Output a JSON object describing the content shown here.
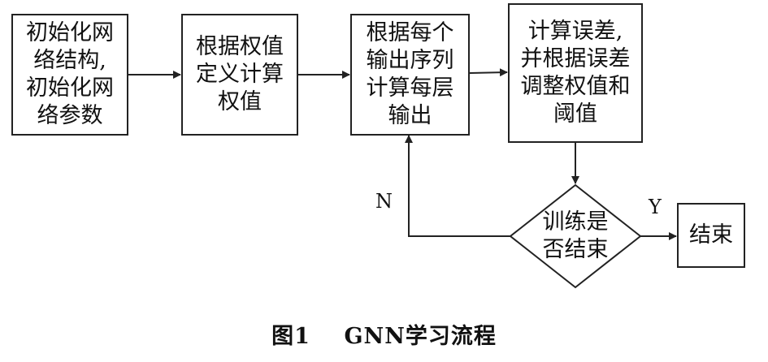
{
  "diagram": {
    "type": "flowchart",
    "nodes": [
      {
        "id": "init",
        "text": "初始化网\n络结构,\n初始化网\n络参数"
      },
      {
        "id": "weight",
        "text": "根据权值\n定义计算\n权值"
      },
      {
        "id": "output",
        "text": "根据每个\n输出序列\n计算每层\n输出"
      },
      {
        "id": "error",
        "text": "计算误差,\n并根据误差\n调整权值和\n阈值"
      },
      {
        "id": "decision",
        "text": "训练是\n否结束"
      },
      {
        "id": "end",
        "text": "结束"
      }
    ],
    "edges": [
      {
        "from": "init",
        "to": "weight"
      },
      {
        "from": "weight",
        "to": "output"
      },
      {
        "from": "output",
        "to": "error"
      },
      {
        "from": "error",
        "to": "decision"
      },
      {
        "from": "decision",
        "to": "end",
        "label": "Y"
      },
      {
        "from": "decision",
        "to": "output",
        "label": "N"
      }
    ],
    "labels": {
      "yes": "Y",
      "no": "N"
    },
    "caption": {
      "number": "图1",
      "title": "GNN学习流程"
    },
    "colors": {
      "stroke": "#222222",
      "text": "#111111",
      "background": "#ffffff"
    }
  }
}
